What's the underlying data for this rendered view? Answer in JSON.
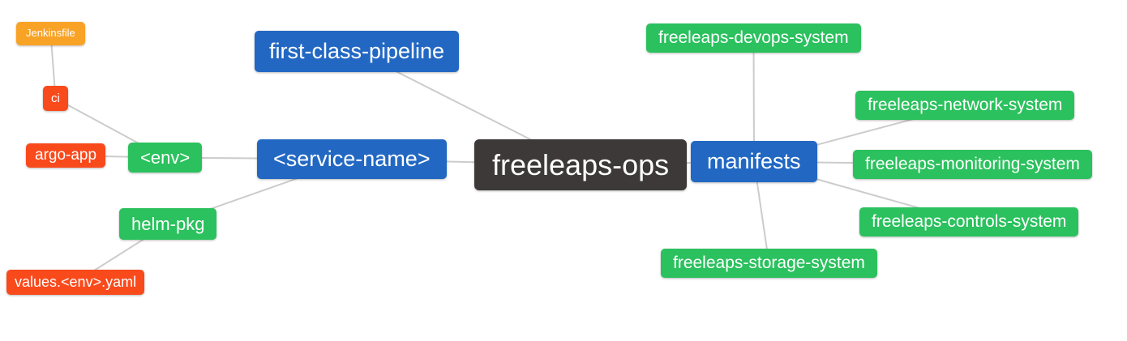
{
  "diagram": {
    "type": "mindmap",
    "root_label": "freeleaps-ops",
    "edge_color": "#cccccc",
    "background_color": "#ffffff",
    "colors": {
      "orange": "#f9a326",
      "red": "#f94a1c",
      "green": "#2bc15e",
      "blue": "#2268c3",
      "dark": "#3c3938",
      "text": "#ffffff"
    }
  },
  "nodes": {
    "jenkinsfile": {
      "label": "Jenkinsfile",
      "color": "#f9a326"
    },
    "ci": {
      "label": "ci",
      "color": "#f94a1c"
    },
    "argo_app": {
      "label": "argo-app",
      "color": "#f94a1c"
    },
    "env": {
      "label": "<env>",
      "color": "#2bc15e"
    },
    "helm_pkg": {
      "label": "helm-pkg",
      "color": "#2bc15e"
    },
    "values_yaml": {
      "label": "values.<env>.yaml",
      "color": "#f94a1c"
    },
    "first_class_pipeline": {
      "label": "first-class-pipeline",
      "color": "#2268c3"
    },
    "service_name": {
      "label": "<service-name>",
      "color": "#2268c3"
    },
    "freeleaps_ops": {
      "label": "freeleaps-ops",
      "color": "#3c3938"
    },
    "manifests": {
      "label": "manifests",
      "color": "#2268c3"
    },
    "devops": {
      "label": "freeleaps-devops-system",
      "color": "#2bc15e"
    },
    "network": {
      "label": "freeleaps-network-system",
      "color": "#2bc15e"
    },
    "monitoring": {
      "label": "freeleaps-monitoring-system",
      "color": "#2bc15e"
    },
    "controls": {
      "label": "freeleaps-controls-system",
      "color": "#2bc15e"
    },
    "storage": {
      "label": "freeleaps-storage-system",
      "color": "#2bc15e"
    }
  },
  "edges": [
    [
      "jenkinsfile",
      "ci"
    ],
    [
      "ci",
      "env"
    ],
    [
      "argo_app",
      "env"
    ],
    [
      "env",
      "service_name"
    ],
    [
      "helm_pkg",
      "service_name"
    ],
    [
      "helm_pkg",
      "values_yaml"
    ],
    [
      "service_name",
      "freeleaps_ops"
    ],
    [
      "first_class_pipeline",
      "freeleaps_ops"
    ],
    [
      "freeleaps_ops",
      "manifests"
    ],
    [
      "manifests",
      "devops"
    ],
    [
      "manifests",
      "network"
    ],
    [
      "manifests",
      "monitoring"
    ],
    [
      "manifests",
      "controls"
    ],
    [
      "manifests",
      "storage"
    ]
  ]
}
